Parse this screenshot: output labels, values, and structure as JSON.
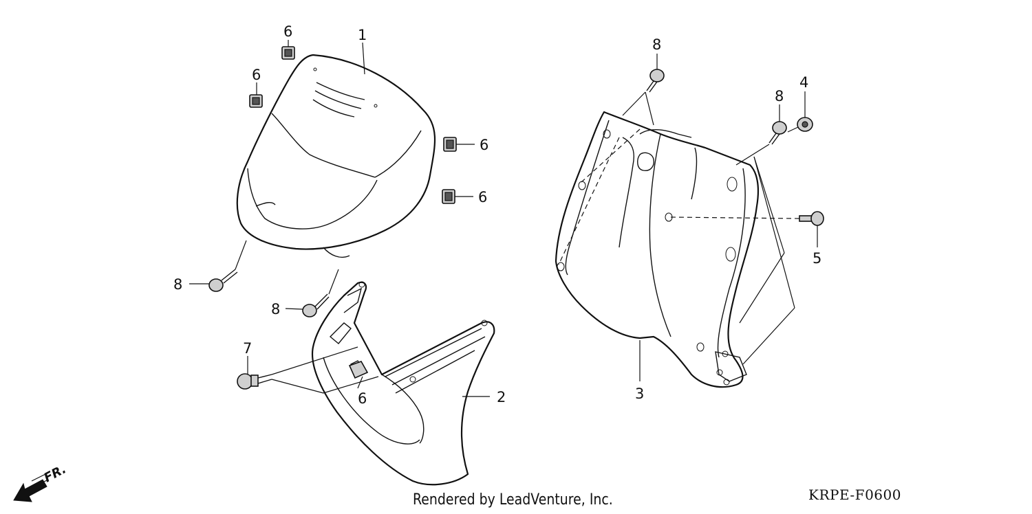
{
  "callouts": {
    "c1": "1",
    "c2": "2",
    "c3": "3",
    "c4": "4",
    "c5": "5",
    "c6a": "6",
    "c6b": "6",
    "c6c": "6",
    "c6d": "6",
    "c6e": "6",
    "c7": "7",
    "c8a": "8",
    "c8b": "8",
    "c8c": "8",
    "c8d": "8"
  },
  "direction_label": "FR.",
  "footer_text": "Rendered by LeadVenture, Inc.",
  "diagram_code": "KRPE-F0600"
}
